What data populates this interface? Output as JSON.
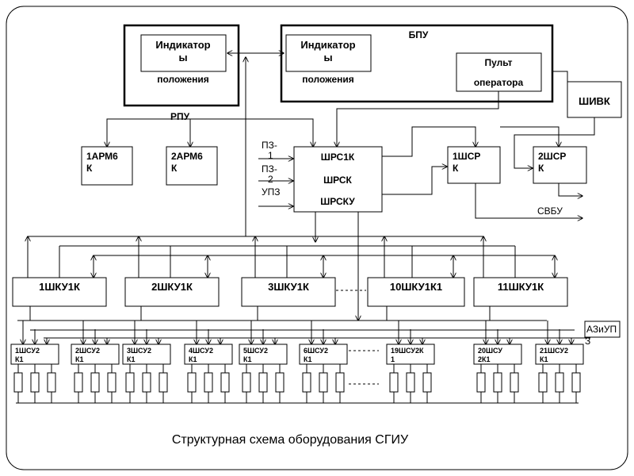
{
  "caption": "Структурная схема оборудования СГИУ",
  "rpu": {
    "label": "РПУ",
    "indicator_line1": "Индикатор",
    "indicator_line2": "ы",
    "position": "положения"
  },
  "bpu": {
    "label": "БПУ",
    "indicator_line1": "Индикатор",
    "indicator_line2": "ы",
    "position": "положения",
    "console_line1": "Пульт",
    "console_line2": "оператора"
  },
  "shivk": "ШИВК",
  "arm1": {
    "line1": "1АРМ6",
    "line2": "К"
  },
  "arm2": {
    "line1": "2АРМ6",
    "line2": "К"
  },
  "shrs": {
    "line1": "ШРС1К",
    "line2": "ШРСК",
    "line3": "ШРСКУ"
  },
  "inputs": {
    "pz1": "ПЗ-",
    "pz1b": "1",
    "pz2": "ПЗ-",
    "pz2b": "2",
    "upz": "УПЗ"
  },
  "shsr1": {
    "line1": "1ШСР",
    "line2": "К"
  },
  "shsr2": {
    "line1": "2ШСР",
    "line2": "К"
  },
  "svbu": "СВБУ",
  "shku": [
    "1ШКУ1К",
    "2ШКУ1К",
    "3ШКУ1К",
    "10ШКУ1К1",
    "11ШКУ1К"
  ],
  "azi": {
    "line1": "АЗиУП",
    "line2": "З"
  },
  "shsu": [
    {
      "l1": "1ШСУ2",
      "l2": "К1"
    },
    {
      "l1": "2ШСУ2",
      "l2": "К1"
    },
    {
      "l1": "3ШСУ2",
      "l2": "К1"
    },
    {
      "l1": "4ШСУ2",
      "l2": "К1"
    },
    {
      "l1": "5ШСУ2",
      "l2": "К1"
    },
    {
      "l1": "6ШСУ2",
      "l2": "К1"
    },
    {
      "l1": "19ШСУ2К",
      "l2": "1"
    },
    {
      "l1": "20ШСУ",
      "l2": "2К1"
    },
    {
      "l1": "21ШСУ2",
      "l2": "К1"
    }
  ]
}
